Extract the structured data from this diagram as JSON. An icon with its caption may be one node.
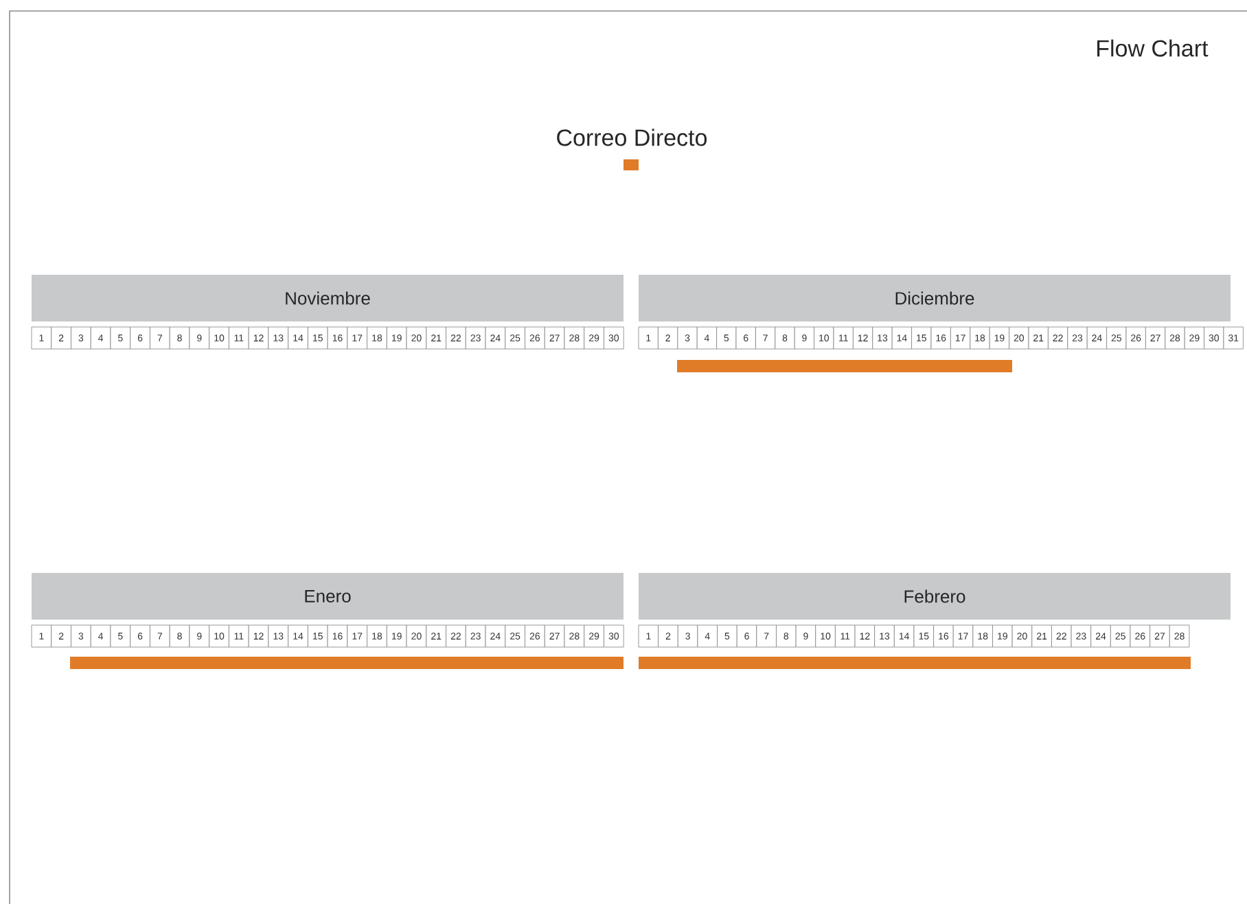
{
  "diagram": {
    "title": "Flow Chart",
    "nodes": [
      {
        "text": [
          "Noviembre"
        ]
      },
      {
        "text": [
          "Diciembre"
        ]
      },
      {
        "text": [],
        "shape": "bar"
      },
      {
        "text": [
          "Enero"
        ]
      },
      {
        "text": [
          "Febrero"
        ]
      },
      {
        "text": [],
        "shape": "bar"
      },
      {
        "text": [],
        "shape": "bar"
      }
    ],
    "edges": [],
    "labels": [
      "1",
      "2",
      "3",
      "4",
      "5",
      "6",
      "7",
      "8",
      "9",
      "10",
      "11",
      "12",
      "13",
      "14",
      "15",
      "16",
      "17",
      "18",
      "19",
      "20",
      "21",
      "22",
      "23",
      "24",
      "25",
      "26",
      "27",
      "28",
      "29",
      "30",
      "1",
      "2",
      "3",
      "4",
      "5",
      "6",
      "7",
      "8",
      "9",
      "10",
      "11",
      "12",
      "13",
      "14",
      "15",
      "16",
      "17",
      "18",
      "19",
      "20",
      "21",
      "22",
      "23",
      "24",
      "25",
      "26",
      "27",
      "28",
      "29",
      "30",
      "31",
      "1",
      "2",
      "3",
      "4",
      "5",
      "6",
      "7",
      "8",
      "9",
      "10",
      "11",
      "12",
      "13",
      "14",
      "15",
      "16",
      "17",
      "18",
      "19",
      "20",
      "21",
      "22",
      "23",
      "24",
      "25",
      "26",
      "27",
      "28",
      "29",
      "30",
      "1",
      "2",
      "3",
      "4",
      "5",
      "6",
      "7",
      "8",
      "9",
      "10",
      "11",
      "12",
      "13",
      "14",
      "15",
      "16",
      "17",
      "18",
      "19",
      "20",
      "21",
      "22",
      "23",
      "24",
      "25",
      "26",
      "27",
      "28"
    ],
    "legend": [
      {
        "text": "Correo Directo",
        "color": "#e07b28"
      }
    ]
  }
}
